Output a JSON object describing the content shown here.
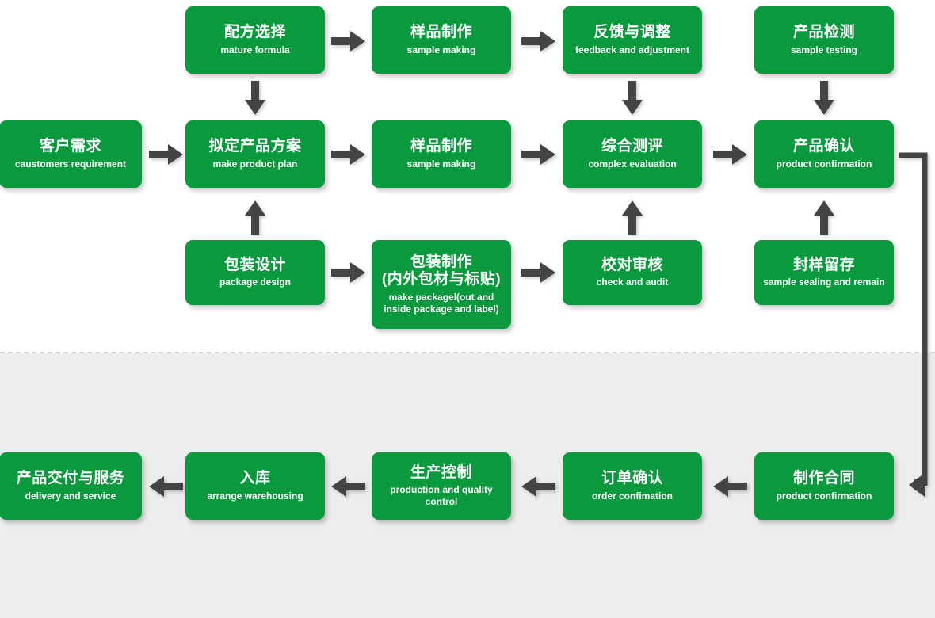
{
  "diagram": {
    "title": "Product Development and Order Fulfillment Flowchart",
    "accent_color": "#0a9a3d",
    "arrow_color": "#444444",
    "lower_band_color": "#ededed",
    "divider_color": "#d2d2d2"
  },
  "nodes": {
    "formula_selection": {
      "cn": "配方选择",
      "en": "mature formula"
    },
    "sample_making_top": {
      "cn": "样品制作",
      "en": "sample making"
    },
    "feedback_adjust": {
      "cn": "反馈与调整",
      "en": "feedback and adjustment"
    },
    "product_testing": {
      "cn": "产品检测",
      "en": "sample testing"
    },
    "customer_requirement": {
      "cn": "客户需求",
      "en": "caustomers requirement"
    },
    "make_product_plan": {
      "cn": "拟定产品方案",
      "en": "make product plan"
    },
    "sample_making_mid": {
      "cn": "样品制作",
      "en": "sample making"
    },
    "complex_evaluation": {
      "cn": "综合测评",
      "en": "complex evaluation"
    },
    "product_confirmation": {
      "cn": "产品确认",
      "en": "product confirmation"
    },
    "package_design": {
      "cn": "包装设计",
      "en": "package design"
    },
    "package_making": {
      "cn": "包装制作",
      "cn2": "(内外包材与标贴)",
      "en": "make packagel(out and inside package and label)"
    },
    "check_audit": {
      "cn": "校对审核",
      "en": "check and audit"
    },
    "sample_sealing": {
      "cn": "封样留存",
      "en": "sample sealing and remain"
    },
    "make_contract": {
      "cn": "制作合同",
      "en": "product confirmation"
    },
    "order_confirmation": {
      "cn": "订单确认",
      "en": "order confimation"
    },
    "production_control": {
      "cn": "生产控制",
      "en": "production and quality control"
    },
    "warehousing": {
      "cn": "入库",
      "en": "arrange warehousing"
    },
    "delivery_service": {
      "cn": "产品交付与服务",
      "en": "delivery and service"
    }
  },
  "connectors": {
    "loop_label": "product-confirmation-to-make-contract-loop"
  }
}
